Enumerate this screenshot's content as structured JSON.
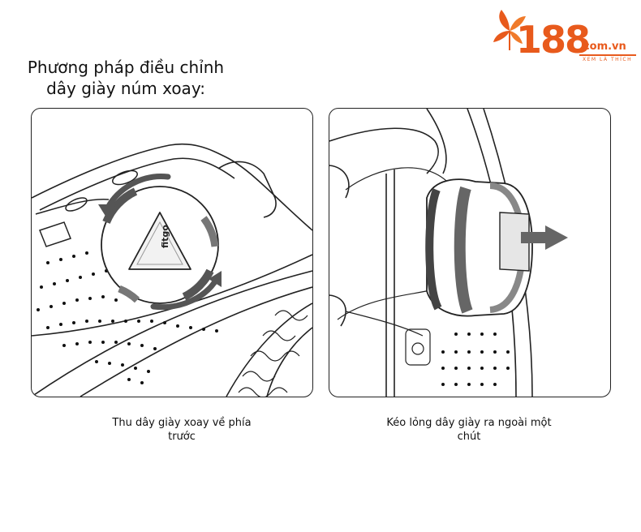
{
  "logo": {
    "number": "188",
    "domain": ".com.vn",
    "slogan": "XEM LÀ THÍCH",
    "mark_text": "fitgo",
    "accent_color": "#e85a1c"
  },
  "title": {
    "line1": "Phương pháp điều chỉnh",
    "line2": "dây giày núm xoay:"
  },
  "steps": [
    {
      "caption_line1": "Thu dây giày xoay về phía",
      "caption_line2": "trước",
      "icon": "rotate-arrows-icon"
    },
    {
      "caption_line1": "Kéo lỏng dây giày ra ngoài một",
      "caption_line2": "chút",
      "icon": "pull-out-arrow-icon"
    }
  ]
}
